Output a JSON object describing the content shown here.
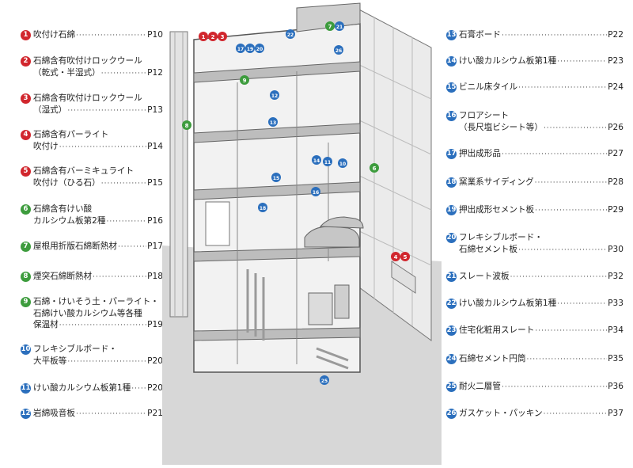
{
  "legend_left": [
    {
      "num": "1",
      "color": "red",
      "lines": [
        {
          "text": "吹付け石綿",
          "page": "P10"
        }
      ]
    },
    {
      "num": "2",
      "color": "red",
      "lines": [
        {
          "text": "石綿含有吹付けロックウール"
        },
        {
          "text": "（乾式・半湿式）",
          "page": "P12"
        }
      ]
    },
    {
      "num": "3",
      "color": "red",
      "lines": [
        {
          "text": "石綿含有吹付けロックウール"
        },
        {
          "text": "（湿式）",
          "page": "P13"
        }
      ]
    },
    {
      "num": "4",
      "color": "red",
      "lines": [
        {
          "text": "石綿含有パーライト"
        },
        {
          "text": "吹付け",
          "page": "P14"
        }
      ]
    },
    {
      "num": "5",
      "color": "red",
      "lines": [
        {
          "text": "石綿含有バーミキュライト"
        },
        {
          "text": "吹付け（ひる石）",
          "page": "P15"
        }
      ]
    },
    {
      "num": "6",
      "color": "green",
      "lines": [
        {
          "text": "石綿含有けい酸"
        },
        {
          "text": "カルシウム板第2種",
          "page": "P16"
        }
      ]
    },
    {
      "num": "7",
      "color": "green",
      "lines": [
        {
          "text": "屋根用折版石綿断熱材",
          "page": "P17"
        }
      ]
    },
    {
      "num": "8",
      "color": "green",
      "lines": [
        {
          "text": "煙突石綿断熱材",
          "page": "P18"
        }
      ]
    },
    {
      "num": "9",
      "color": "green",
      "lines": [
        {
          "text": "石綿・けいそう土・パーライト・"
        },
        {
          "text": "石綿けい酸カルシウム等各種"
        },
        {
          "text": "保温材",
          "page": "P19"
        }
      ]
    },
    {
      "num": "10",
      "color": "blue",
      "lines": [
        {
          "text": "フレキシブルボード・"
        },
        {
          "text": "大平板等",
          "page": "P20"
        }
      ]
    },
    {
      "num": "11",
      "color": "blue",
      "lines": [
        {
          "text": "けい酸カルシウム板第1種",
          "page": "P20"
        }
      ]
    },
    {
      "num": "12",
      "color": "blue",
      "lines": [
        {
          "text": "岩綿吸音板",
          "page": "P21"
        }
      ]
    }
  ],
  "legend_right": [
    {
      "num": "13",
      "color": "blue",
      "lines": [
        {
          "text": "石膏ボード",
          "page": "P22"
        }
      ]
    },
    {
      "num": "14",
      "color": "blue",
      "lines": [
        {
          "text": "けい酸カルシウム板第1種",
          "page": "P23"
        }
      ]
    },
    {
      "num": "15",
      "color": "blue",
      "lines": [
        {
          "text": "ビニル床タイル",
          "page": "P24"
        }
      ]
    },
    {
      "num": "16",
      "color": "blue",
      "lines": [
        {
          "text": "フロアシート"
        },
        {
          "text": "（長尺塩ビシート等）",
          "page": "P26"
        }
      ]
    },
    {
      "num": "17",
      "color": "blue",
      "lines": [
        {
          "text": "押出成形品",
          "page": "P27"
        }
      ]
    },
    {
      "num": "18",
      "color": "blue",
      "lines": [
        {
          "text": "窯業系サイディング",
          "page": "P28"
        }
      ]
    },
    {
      "num": "19",
      "color": "blue",
      "lines": [
        {
          "text": "押出成形セメント板",
          "page": "P29"
        }
      ]
    },
    {
      "num": "20",
      "color": "blue",
      "lines": [
        {
          "text": "フレキシブルボード・"
        },
        {
          "text": "石綿セメント板",
          "page": "P30"
        }
      ]
    },
    {
      "num": "21",
      "color": "blue",
      "lines": [
        {
          "text": "スレート波板",
          "page": "P32"
        }
      ]
    },
    {
      "num": "22",
      "color": "blue",
      "lines": [
        {
          "text": "けい酸カルシウム板第1種",
          "page": "P33"
        }
      ]
    },
    {
      "num": "23",
      "color": "blue",
      "lines": [
        {
          "text": "住宅化粧用スレート",
          "page": "P34"
        }
      ]
    },
    {
      "num": "24",
      "color": "blue",
      "lines": [
        {
          "text": "石綿セメント円筒",
          "page": "P35"
        }
      ]
    },
    {
      "num": "25",
      "color": "blue",
      "lines": [
        {
          "text": "耐火二層管",
          "page": "P36"
        }
      ]
    },
    {
      "num": "26",
      "color": "blue",
      "lines": [
        {
          "text": "ガスケット・パッキン",
          "page": "P37"
        }
      ]
    }
  ],
  "colors": {
    "red": "#d1262d",
    "green": "#3d9c3d",
    "blue": "#2b6fbd"
  },
  "diagram_markers": [
    "1",
    "2",
    "3",
    "22",
    "7",
    "21",
    "17",
    "19",
    "20",
    "26",
    "9",
    "12",
    "13",
    "8",
    "14",
    "11",
    "10",
    "6",
    "15",
    "16",
    "18",
    "4",
    "5",
    "25"
  ]
}
